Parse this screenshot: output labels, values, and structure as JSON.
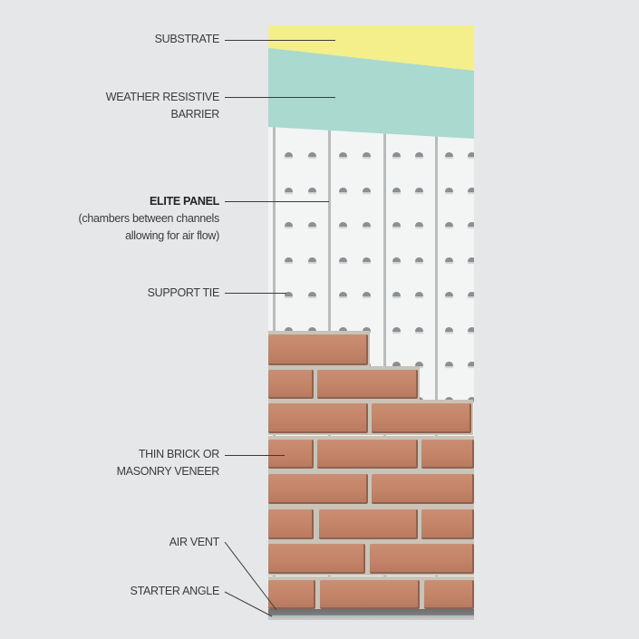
{
  "diagram": {
    "type": "wall-system-cutaway",
    "layers_top_to_bottom_labels": [
      {
        "id": "substrate",
        "lines": [
          "SUBSTRATE"
        ],
        "bold": false
      },
      {
        "id": "weather-resistive-barrier",
        "lines": [
          "WEATHER RESISTIVE",
          "BARRIER"
        ],
        "bold": false
      },
      {
        "id": "elite-panel",
        "lines": [
          "ELITE PANEL",
          "(chambers between channels",
          "allowing for air flow)"
        ],
        "bold_first_line": true
      },
      {
        "id": "support-tie",
        "lines": [
          "SUPPORT TIE"
        ],
        "bold": false
      },
      {
        "id": "thin-brick",
        "lines": [
          "THIN BRICK OR",
          "MASONRY VENEER"
        ],
        "bold": false
      },
      {
        "id": "air-vent",
        "lines": [
          "AIR VENT"
        ],
        "bold": false
      },
      {
        "id": "starter-angle",
        "lines": [
          "STARTER ANGLE"
        ],
        "bold": false
      }
    ]
  },
  "labels": {
    "substrate": "SUBSTRATE",
    "wrb_line1": "WEATHER RESISTIVE",
    "wrb_line2": "BARRIER",
    "elite_panel": "ELITE PANEL",
    "elite_desc1": "(chambers between channels",
    "elite_desc2": "allowing for air flow)",
    "support_tie": "SUPPORT TIE",
    "brick_line1": "THIN BRICK OR",
    "brick_line2": "MASONRY VENEER",
    "air_vent": "AIR VENT",
    "starter_angle": "STARTER ANGLE"
  },
  "colors": {
    "background": "#e6e7e8",
    "substrate": "#f4ef8a",
    "weather_resistive_barrier": "#a9d9cf",
    "panel": "#f3f4f4",
    "brick": "#c48468",
    "mortar": "#c9c3b8",
    "starter_angle": "#7a7c7e",
    "label_text": "#3b3b3b"
  }
}
